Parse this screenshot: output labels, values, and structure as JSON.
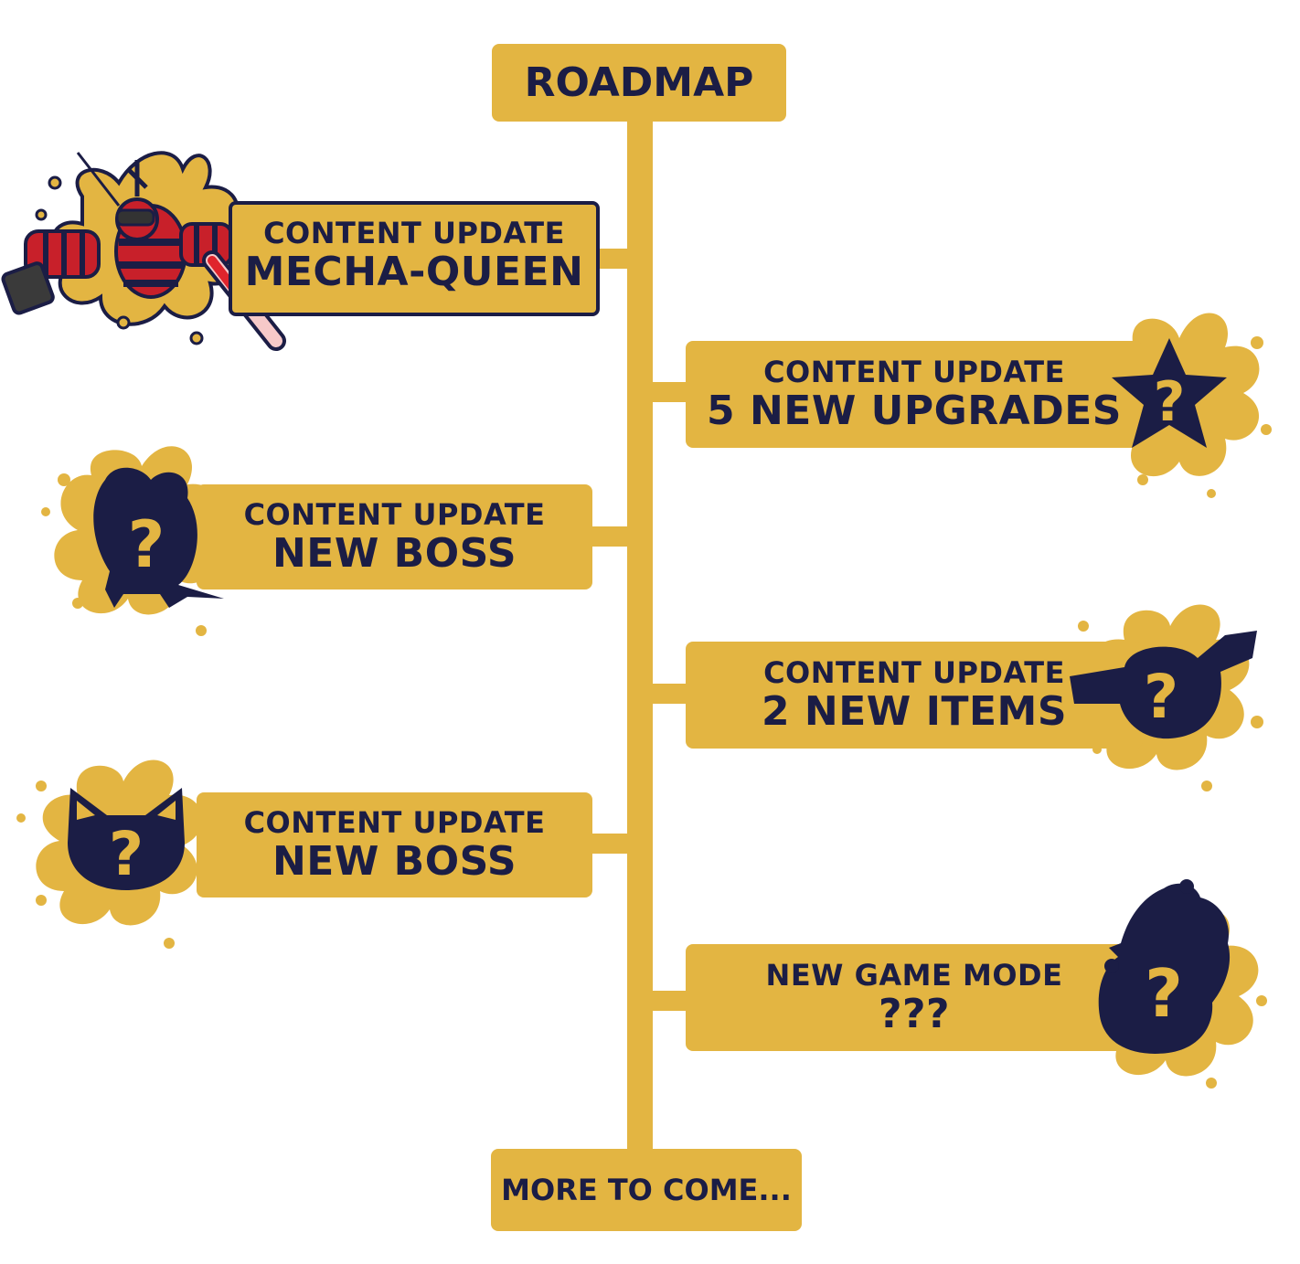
{
  "title": "ROADMAP",
  "footer": "MORE TO COME...",
  "colors": {
    "accent": "#e3b542",
    "ink": "#1b1d45",
    "red": "#c8202a"
  },
  "milestones": [
    {
      "line1": "CONTENT UPDATE",
      "line2": "MECHA-QUEEN",
      "icon": "mecha-queen-art"
    },
    {
      "line1": "CONTENT UPDATE",
      "line2": "5 NEW UPGRADES",
      "icon": "mystery-star-icon"
    },
    {
      "line1": "CONTENT UPDATE",
      "line2": "NEW BOSS",
      "icon": "mystery-frog-icon"
    },
    {
      "line1": "CONTENT UPDATE",
      "line2": "2 NEW ITEMS",
      "icon": "mystery-item-icon"
    },
    {
      "line1": "CONTENT UPDATE",
      "line2": "NEW BOSS",
      "icon": "mystery-cat-icon"
    },
    {
      "line1": "NEW GAME MODE",
      "line2": "???",
      "icon": "mystery-creature-icon"
    }
  ]
}
